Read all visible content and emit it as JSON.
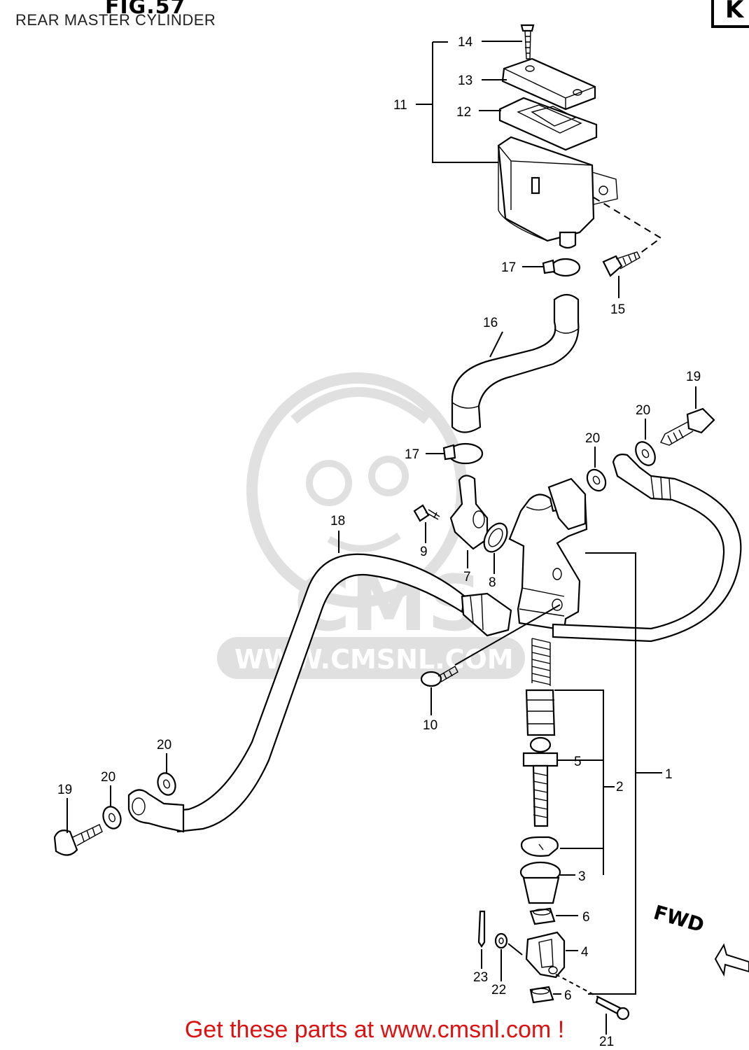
{
  "figure": {
    "title": "FIG.57",
    "subtitle": "REAR MASTER CYLINDER",
    "corner_mark": "K"
  },
  "direction_label": "FWD",
  "watermark": {
    "brand": "CMS",
    "url": "WWW.CMSNL.COM"
  },
  "callouts": {
    "c1": "1",
    "c2": "2",
    "c3": "3",
    "c4": "4",
    "c5": "5",
    "c6a": "6",
    "c6b": "6",
    "c7": "7",
    "c8": "8",
    "c9": "9",
    "c10": "10",
    "c11": "11",
    "c12": "12",
    "c13": "13",
    "c14": "14",
    "c15": "15",
    "c16": "16",
    "c17a": "17",
    "c17b": "17",
    "c18": "18",
    "c19a": "19",
    "c19b": "19",
    "c20a": "20",
    "c20b": "20",
    "c20c": "20",
    "c20d": "20",
    "c21": "21",
    "c22": "22",
    "c23": "23"
  },
  "footer": "Get these parts at www.cmsnl.com !"
}
